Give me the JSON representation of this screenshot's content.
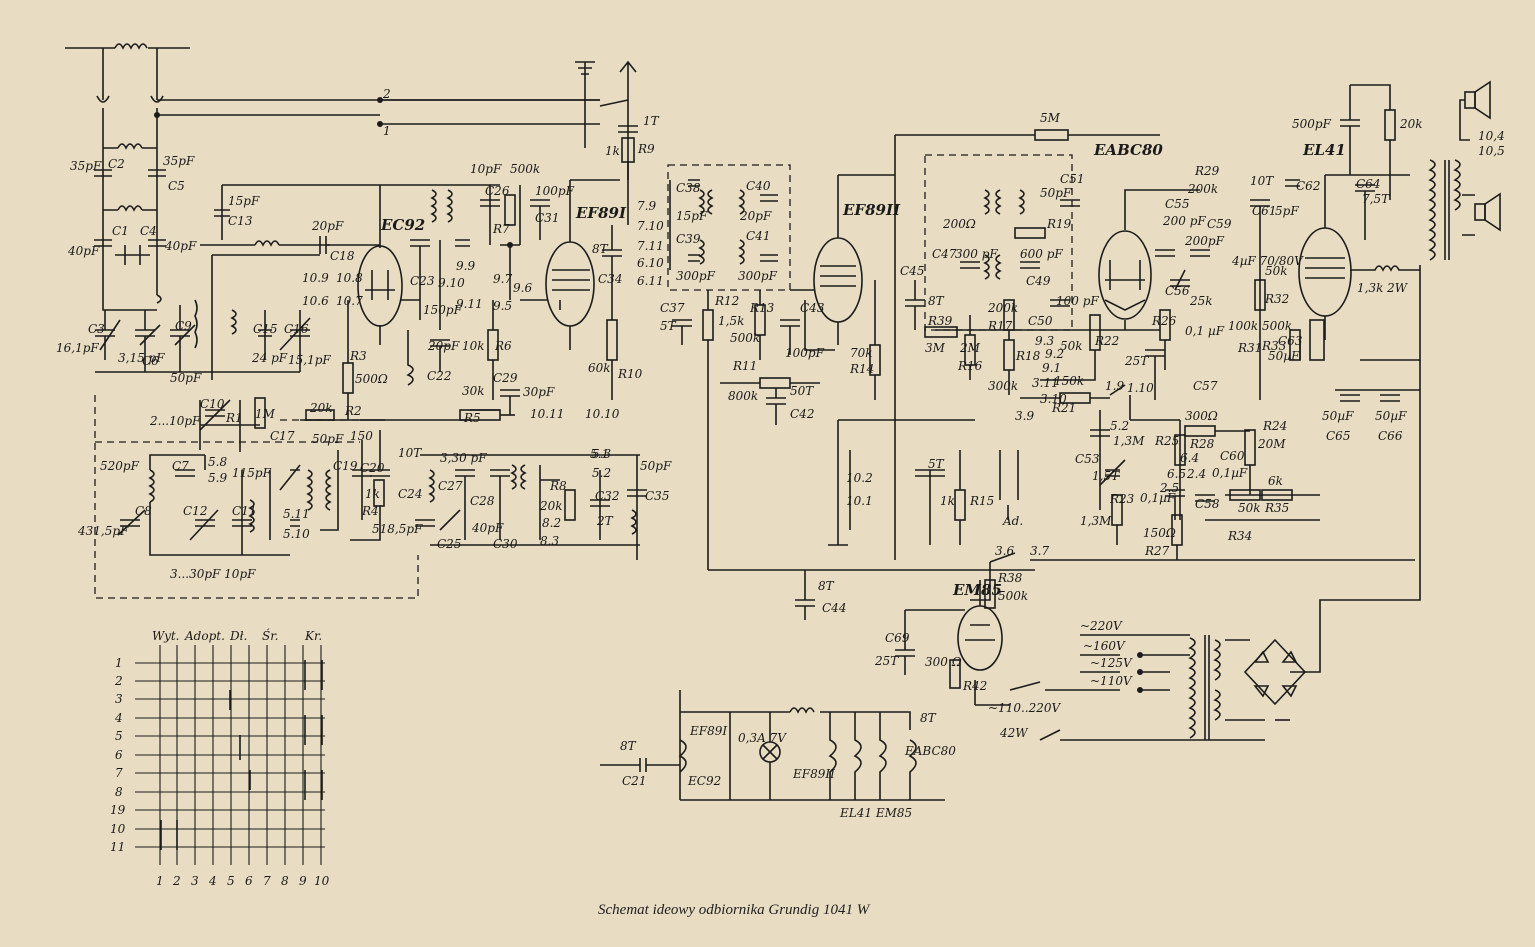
{
  "caption": "Schemat ideowy odbiornika Grundig 1041 W",
  "tubes": {
    "ec92": "EC92",
    "ef89_1": "EF89I",
    "ef89_2": "EF89II",
    "eabc80": "EABC80",
    "el41": "EL41",
    "em85": "EM85"
  },
  "components": {
    "c2": "C2",
    "c2v": "35pF",
    "c5": "C5",
    "c5v": "35pF",
    "c1": "C1",
    "c4": "C4",
    "c1v": "40pF",
    "c4v": "40pF",
    "c3": "C3",
    "c3v": "16,1pF",
    "c6": "C6",
    "c6v": "3,15 pF",
    "c9": "C9",
    "c9v": "50pF",
    "c13": "C13",
    "c13v": "15pF",
    "c18": "C18",
    "c18v": "20pF",
    "c15": "C15",
    "c15v": "24 pF",
    "c16": "C16",
    "c16v": "15,1pF",
    "c10": "C10",
    "c10v": "2...10pF",
    "r1": "R1",
    "r1v": "1M",
    "r3": "R3",
    "r3v": "500Ω",
    "r2": "R2",
    "r2v": "20k",
    "c22": "C22",
    "c22v": "20pF",
    "c23": "C23",
    "c23v": "150pF",
    "c26": "C26",
    "c26v": "10pF",
    "r7": "R7",
    "r7v": "500k",
    "c31": "C31",
    "c31v": "100pF",
    "r6": "R6",
    "r6v": "10k",
    "r5": "R5",
    "r5v": "30k",
    "c29": "C29",
    "c29v": "30pF",
    "c34": "C34",
    "c34v": "8T",
    "r10": "R10",
    "r10v": "60k",
    "r9": "R9",
    "r9v": "1k",
    "c1t": "1T",
    "c7": "C7",
    "c7v": "520pF",
    "c8": "C8",
    "c8v": "431,5pF",
    "c12": "C12",
    "c11": "C11",
    "c11v": "115pF",
    "c12v": "3...30pF 10pF",
    "c17": "C17",
    "c19": "C19",
    "c19v": "50pF",
    "c20": "C20",
    "c20v": "150",
    "r4": "R4",
    "r4v": "1k",
    "c24": "C24",
    "c24v": "10T",
    "c25": "C25",
    "c25v": "518,5pF",
    "c27": "C27",
    "c27v": "3,30 pF",
    "c28": "C28",
    "c30": "C30",
    "c30v": "40pF",
    "r8": "R8",
    "r8v": "20k",
    "c32": "C32",
    "c32v": "2T",
    "c35": "C35",
    "c35v": "50pF",
    "c38": "C38",
    "c38v": "15pF",
    "c39": "C39",
    "c39v": "300pF",
    "c40": "C40",
    "c40v": "20pF",
    "c41": "C41",
    "c41v": "300pF",
    "c37": "C37",
    "c37v": "5T",
    "r12": "R12",
    "r12v": "1,5k",
    "r13": "R13",
    "r13v": "500k",
    "c43": "C43",
    "c43v": "100pF",
    "r11": "R11",
    "r11v": "800k",
    "c42": "C42",
    "c42v": "50T",
    "r14": "R14",
    "r14v": "70k",
    "c45": "C45",
    "c45v": "8T",
    "r39": "R39",
    "r39v": "3M",
    "c44": "C44",
    "c44v": "8T",
    "r5m": "5M",
    "c47": "C47",
    "c47v": "300 pF",
    "c200": "200Ω",
    "c49": "C49",
    "c49v": "600 pF",
    "c50": "C50",
    "c50v": "100 pF",
    "c51": "C51",
    "c51v": "50pF",
    "r19": "R19",
    "r16": "R16",
    "r16v": "2M",
    "r17": "R17",
    "r17v": "200k",
    "r18": "R18",
    "r18v": "300k",
    "r22": "R22",
    "r22v": "50k",
    "r21": "R21",
    "r21v": "150k",
    "c15t": "5T",
    "r15": "R15",
    "r15v": "1k",
    "ad": "Ad.",
    "r29": "R29",
    "r29v": "200k",
    "c55": "C55",
    "c55v": "200 pF",
    "c59": "C59",
    "c59v": "200pF",
    "c56": "C56",
    "r25k": "25k",
    "r26": "R26",
    "c57": "C57",
    "c57v": "0,1 µF",
    "c25t": "25T",
    "c60": "C60",
    "c60v": "0,1µF",
    "r28": "R28",
    "r28v": "300Ω",
    "r25": "R25",
    "r25v": "1,3M",
    "c53": "C53",
    "c53v": "1,5T",
    "r23": "R23",
    "r23v": "1,3M",
    "c58": "C58",
    "c58v": "0,1µF",
    "r27": "R27",
    "r27v": "150Ω",
    "r24": "R24",
    "r24v": "20M",
    "r34": "R34",
    "r34v": "50k",
    "r35": "R35",
    "r35v": "6k",
    "c61": "C61",
    "c61v": "10T",
    "r30": "4µF 70/80V",
    "r31": "R31",
    "r31v": "100k",
    "c62": "C62",
    "c62v": "5pF",
    "r32": "R32",
    "r32v": "50k",
    "r33": "R33",
    "r33v": "500k",
    "c63": "C63",
    "c63v": "50µF",
    "c64": "C64",
    "c64v": "7,5T",
    "res20k": "20k",
    "c500": "500pF",
    "r1k3": "1,3k 2W",
    "c65": "C65",
    "c65v": "50µF",
    "c66": "C66",
    "c66v": "50µF",
    "r38": "R38",
    "r38v": "500k",
    "c69": "C69",
    "c69v": "25T",
    "r42": "R42",
    "r42v": "300 Ω",
    "c21": "C21",
    "c21v": "8T",
    "lamp": "0,3A  7V",
    "c8t": "8T",
    "mains1": "~110..220V",
    "mains2": "42W",
    "tap220": "~220V",
    "tap160": "~160V",
    "tap125": "~125V",
    "tap110": "~110V",
    "heater_em": "EL41 EM85",
    "h_ef89_1": "EF89I",
    "h_ec92": "EC92",
    "h_ef89_2": "EF89II",
    "h_eabc80": "EABC80",
    "sw1": "1",
    "sw2": "2",
    "pin37": "3.7",
    "pin36": "3.6",
    "pin101": "10.1",
    "pin102": "10.2",
    "pin104": "10,4",
    "pin105": "10,5",
    "pin109": "10.9",
    "pin108": "10.8",
    "pin107": "10.7",
    "pin106": "10.6",
    "pin99": "9.9",
    "pin910": "9.10",
    "pin911": "9.11",
    "pin97": "9.7",
    "pin96": "9.6",
    "pin95": "9.5",
    "pin79": "7.9",
    "pin710": "7.10",
    "pin711": "7.11",
    "pin610": "6.10",
    "pin611": "6.11",
    "pin1011": "10.11",
    "pin1010": "10.10",
    "pin51": "5.1",
    "pin52": "5.2",
    "pin53": "5.3",
    "pin82": "8.2",
    "pin83": "8.3",
    "pin58": "5.8",
    "pin59": "5.9",
    "pin510": "5.10",
    "pin511": "5.11",
    "pin93": "9.3",
    "pin92": "9.2",
    "pin91": "9.1",
    "pin311": "3.11",
    "pin310": "3.10",
    "pin39": "3.9",
    "pin19": "1.9",
    "pin110": "1.10",
    "pin52b": "5.2",
    "pin65": "6.5",
    "pin64": "6.4",
    "pin24": "2.4",
    "pin25": "2.5"
  },
  "switch_matrix": {
    "headers": [
      "Wyt.",
      "Adopt.",
      "Dł.",
      "Śr.",
      "Kr."
    ],
    "rows": [
      "1",
      "2",
      "3",
      "4",
      "5",
      "6",
      "7",
      "8",
      "19",
      "10",
      "11"
    ],
    "cols": [
      "1",
      "2",
      "3",
      "4",
      "5",
      "6",
      "7",
      "8",
      "9",
      "10"
    ]
  }
}
